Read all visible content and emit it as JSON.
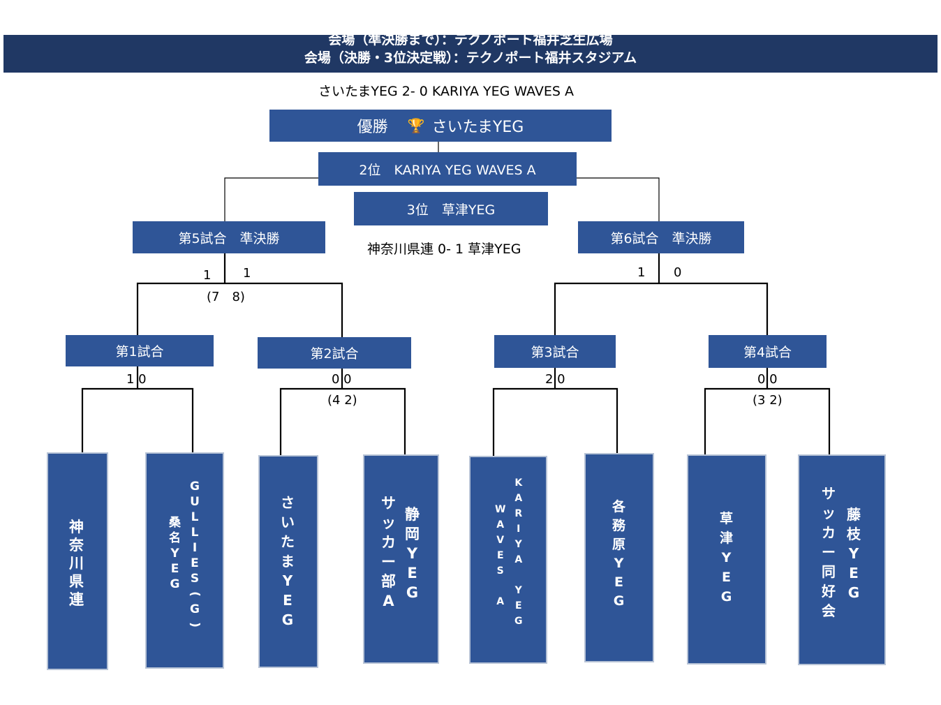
{
  "header": {
    "line1": "会場（準決勝まで）：テクノポート福井芝生広場",
    "line2": "会場（決勝・3位決定戦）：テクノポート福井スタジアム"
  },
  "final": {
    "result": "さいたまYEG 2- 0 KARIYA YEG WAVES A",
    "champion_label": "優勝",
    "trophy_icon": "🏆",
    "champion_team": "さいたまYEG",
    "second": "2位　KARIYA YEG WAVES A",
    "third": "3位　草津YEG"
  },
  "third_place_result": "神奈川県連 0- 1 草津YEG",
  "semis": {
    "match5": {
      "label": "第5試合　準決勝",
      "score_left": "1",
      "score_right": "1",
      "pk": "(7　8)"
    },
    "match6": {
      "label": "第6試合　準決勝",
      "score_left": "1",
      "score_right": "0"
    }
  },
  "matches": {
    "m1": {
      "label": "第1試合",
      "score": "1 0"
    },
    "m2": {
      "label": "第2試合",
      "score": "0 0",
      "pk": "(4  2)"
    },
    "m3": {
      "label": "第3試合",
      "score": "2 0"
    },
    "m4": {
      "label": "第4試合",
      "score": "0 0",
      "pk": "(3  2)"
    }
  },
  "teams": [
    {
      "columns": [
        "神奈川県連"
      ]
    },
    {
      "columns": [
        "桑名YEG",
        "GULLIES(G)"
      ]
    },
    {
      "columns": [
        "さいたまYEG"
      ]
    },
    {
      "columns": [
        "サッカー部A",
        "静岡YEG"
      ]
    },
    {
      "columns": [
        "WAVES A",
        "KARIYA YEG"
      ]
    },
    {
      "columns": [
        "各務原YEG"
      ]
    },
    {
      "columns": [
        "草津YEG"
      ]
    },
    {
      "columns": [
        "サッカー同好会",
        "藤枝YEG"
      ]
    }
  ],
  "colors": {
    "header_bg": "#203864",
    "box_bg": "#2f5597",
    "box_text": "#ffffff",
    "line": "#000000"
  }
}
